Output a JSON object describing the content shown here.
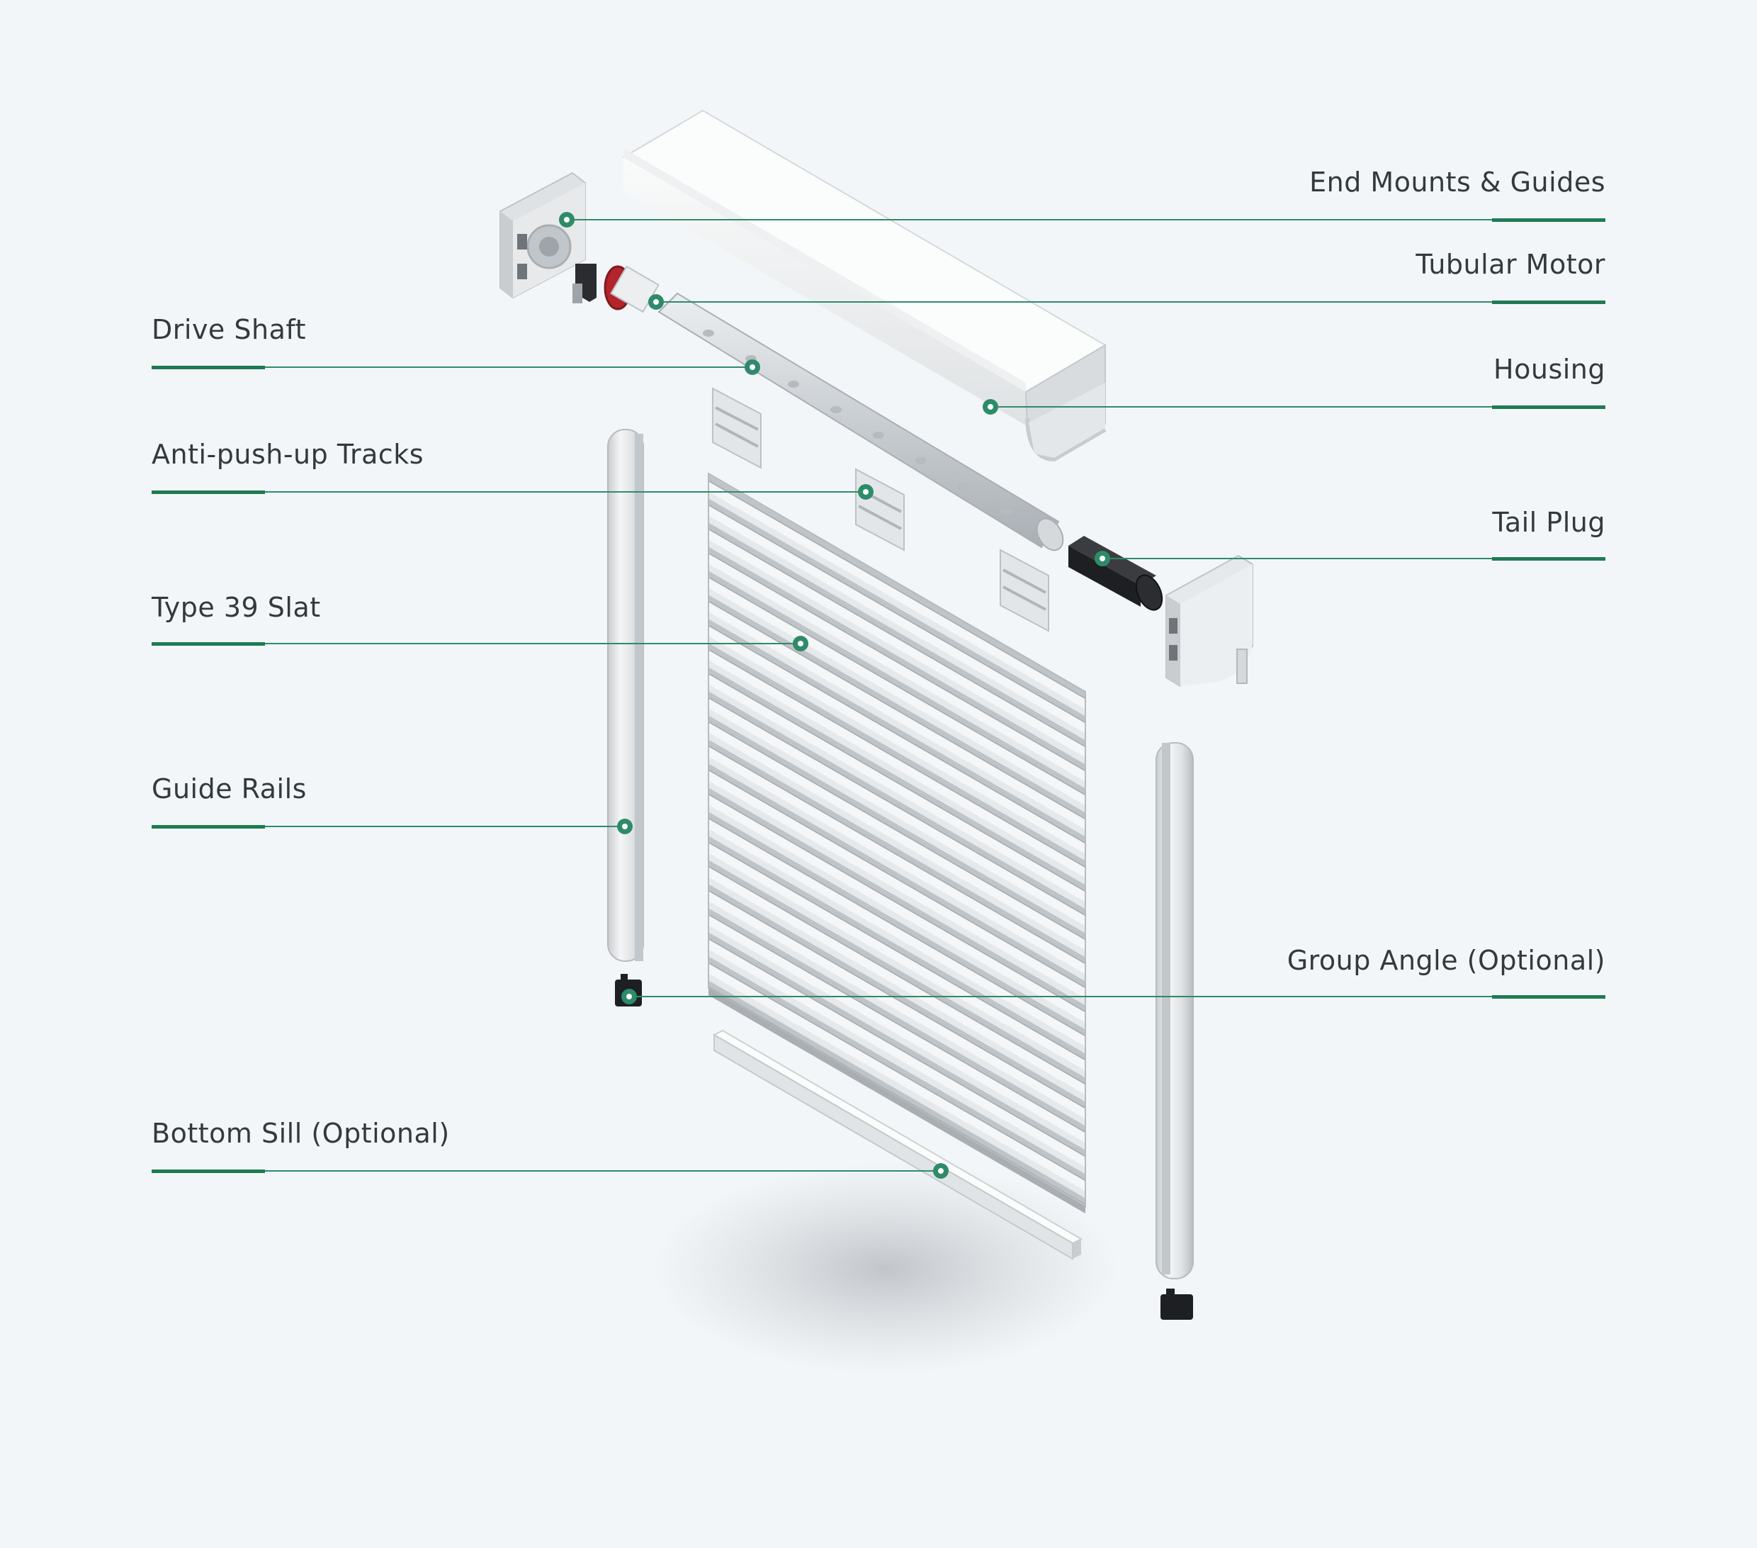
{
  "diagram": {
    "colors": {
      "background": "#f3f6f9",
      "leader_line": "#2e8b6a",
      "accent_bar": "#1f7a52",
      "label_text": "#333a3d",
      "aluminium_light": "#f2f3f4",
      "aluminium_mid": "#d6d9dc",
      "aluminium_dark": "#b9bec3",
      "motor_cap": "#b3242b",
      "plug_black": "#1e1f22"
    },
    "labels": {
      "end_mounts": "End Mounts & Guides",
      "tubular_motor": "Tubular Motor",
      "housing": "Housing",
      "tail_plug": "Tail Plug",
      "group_angle": "Group Angle (Optional)",
      "drive_shaft": "Drive Shaft",
      "anti_push_up": "Anti-push-up Tracks",
      "type39_slat": "Type 39 Slat",
      "guide_rails": "Guide Rails",
      "bottom_sill": "Bottom Sill (Optional)"
    }
  }
}
